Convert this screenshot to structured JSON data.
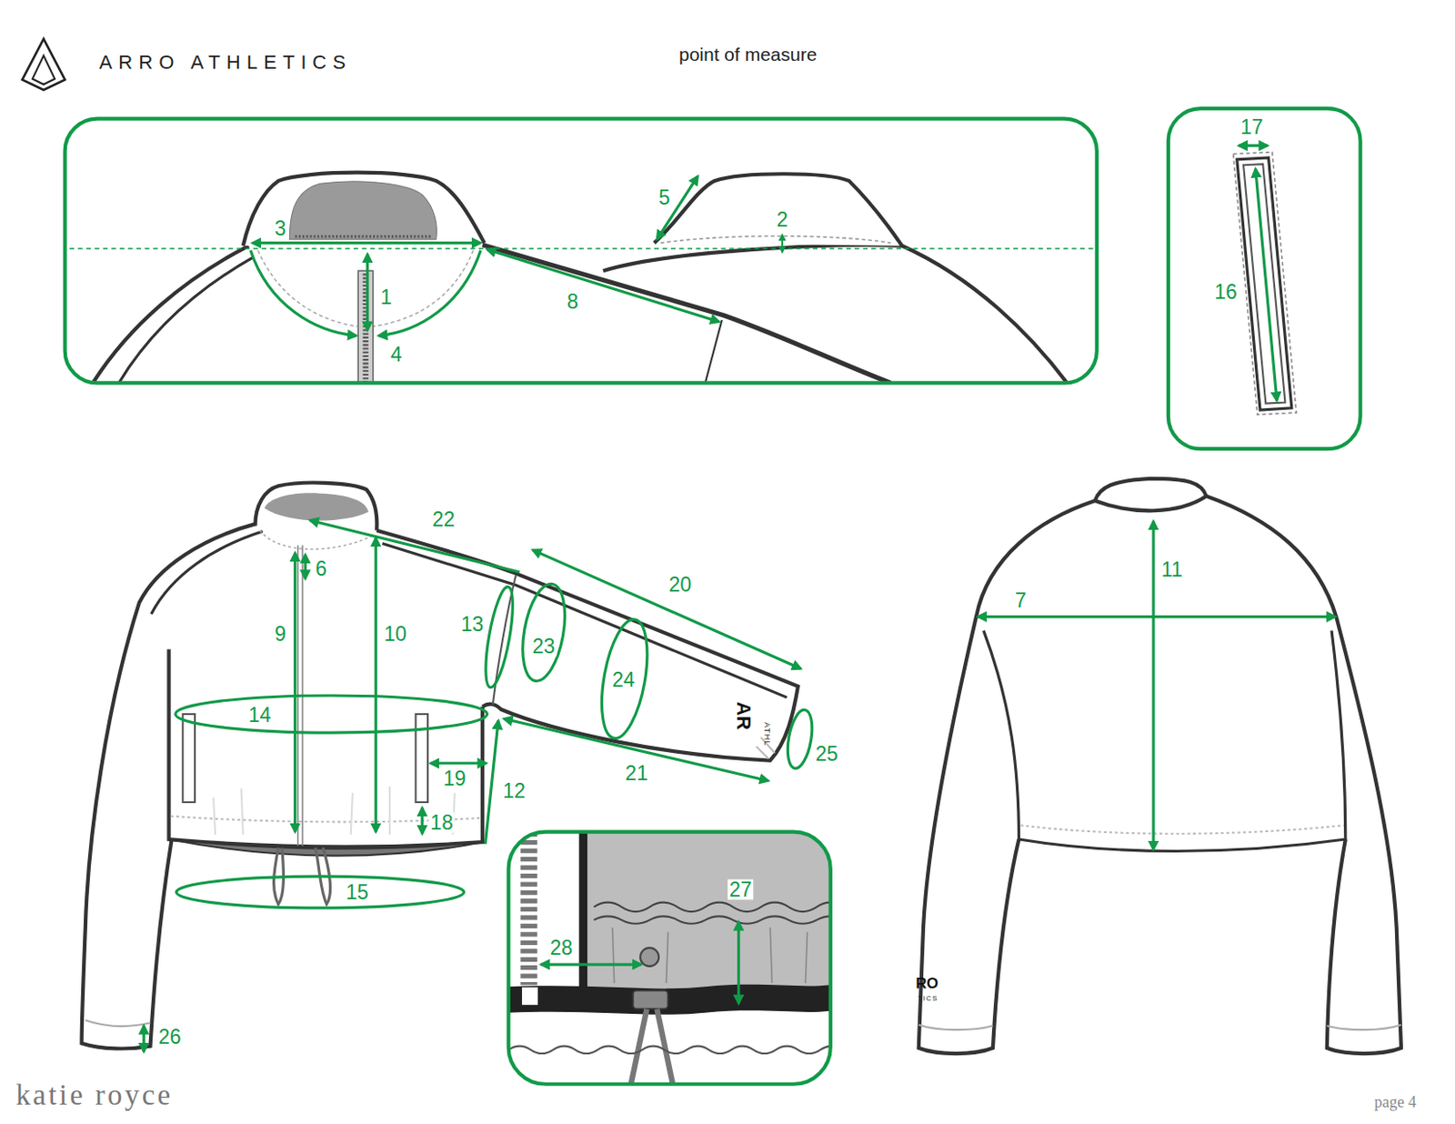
{
  "diagram": {
    "title": "point of measure",
    "labels": [
      "ARRO ATHLETICS",
      "5",
      "2",
      "3",
      "1",
      "8",
      "4",
      "17",
      "16",
      "22",
      "6",
      "20",
      "9",
      "10",
      "13",
      "23",
      "24",
      "11",
      "7",
      "14",
      "19",
      "12",
      "21",
      "25",
      "18",
      "15",
      "27",
      "28",
      "26",
      "AR",
      "ATHL",
      "RO",
      "TICS",
      "katie royce",
      "page 4"
    ]
  }
}
